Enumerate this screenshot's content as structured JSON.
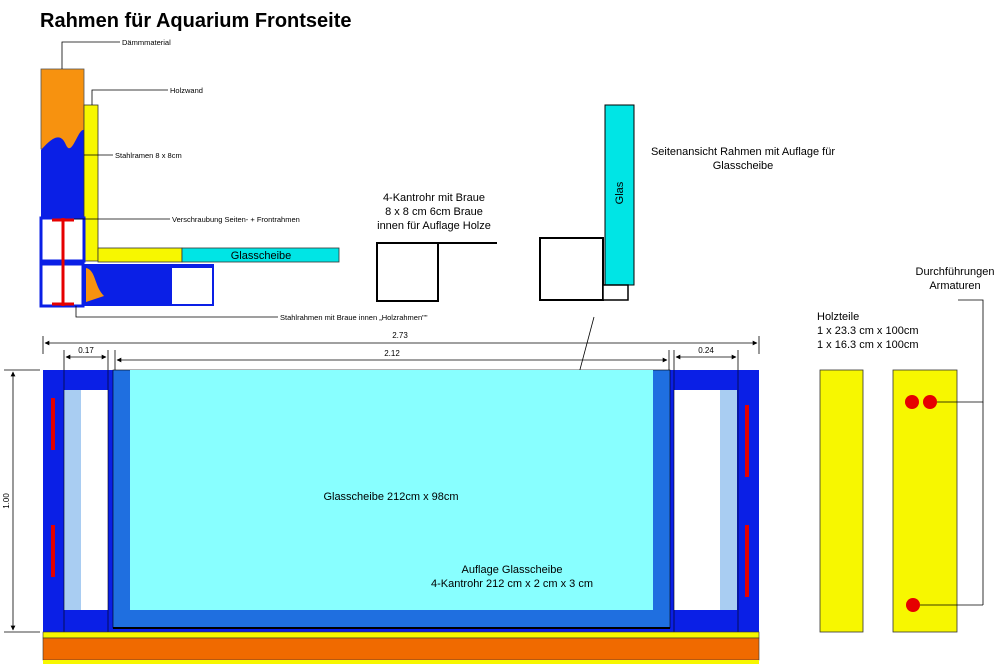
{
  "title": "Rahmen für Aquarium Frontseite",
  "colors": {
    "steel_blue": "#0a1fe6",
    "insulation_orange": "#f7920f",
    "wood_yellow": "#f7f700",
    "glass_cyan": "#00e5e5",
    "glass_light": "#88ffff",
    "support_blue": "#1f6fe0",
    "light_blue": "#a9cdf2",
    "fastener_red": "#e60000",
    "bottom_orange": "#f06a00"
  },
  "detail_labels": {
    "insulation": "Dämmmaterial",
    "wood_wall": "Holzwand",
    "steel_frame": "Stahlramen 8 x 8cm",
    "screw": "Verschraubung Seiten- + Frontrahmen",
    "glass_pane": "Glasscheibe",
    "steel_frame_brow": "Stahlrahmen mit Braue innen „Holzrahmen\"\""
  },
  "tube_label": {
    "line1": "4-Kantrohr mit Braue",
    "line2": "8 x 8 cm 6cm Braue",
    "line3": "innen für Auflage Holze"
  },
  "side_view": {
    "line1": "Seitenansicht Rahmen mit Auflage für",
    "line2": "Glasscheibe",
    "glass": "Glas"
  },
  "dimensions": {
    "total_width": "2.73",
    "left_width": "0.17",
    "inner_width": "2.12",
    "right_width": "0.24",
    "height": "1.00"
  },
  "front_view": {
    "glass_label": "Glasscheibe 212cm x 98cm",
    "support_line1": "Auflage Glasscheibe",
    "support_line2": "4-Kantrohr 212 cm x 2 cm x 3 cm"
  },
  "wood_parts": {
    "line1": "Holzteile",
    "line2": "1 x 23.3 cm x 100cm",
    "line3": "1 x 16.3 cm x 100cm"
  },
  "fittings": {
    "line1": "Durchführungen",
    "line2": "Armaturen"
  }
}
